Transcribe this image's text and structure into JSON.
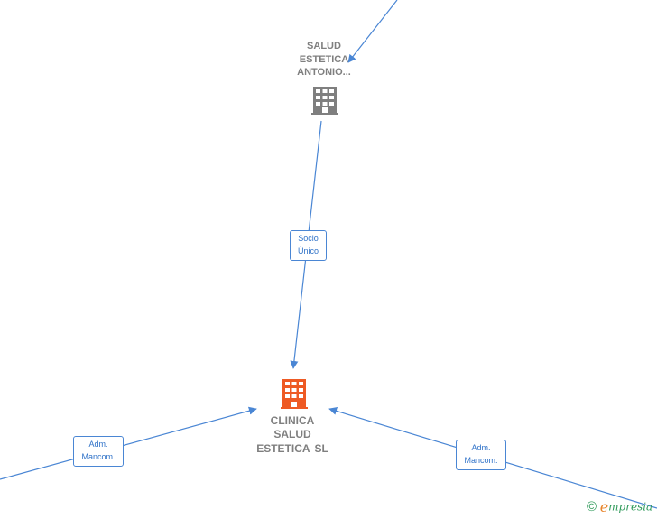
{
  "nodes": {
    "parent": {
      "label": "SALUD\nESTETICA\nANTONIO...",
      "icon": "building-icon",
      "color": "#7f7f7f"
    },
    "main": {
      "label": "CLINICA\nSALUD\nESTETICA  SL",
      "icon": "building-icon",
      "color": "#ee5a24"
    }
  },
  "edges": {
    "socio": {
      "line1": "Socio",
      "line2": "Único"
    },
    "adm_left": {
      "line1": "Adm.",
      "line2": "Mancom."
    },
    "adm_right": {
      "line1": "Adm.",
      "line2": "Mancom."
    }
  },
  "colors": {
    "edge": "#4a86d4",
    "edge_text": "#2f72c8"
  },
  "brand": {
    "copyright": "©",
    "e": "e",
    "rest": "mpresia"
  }
}
